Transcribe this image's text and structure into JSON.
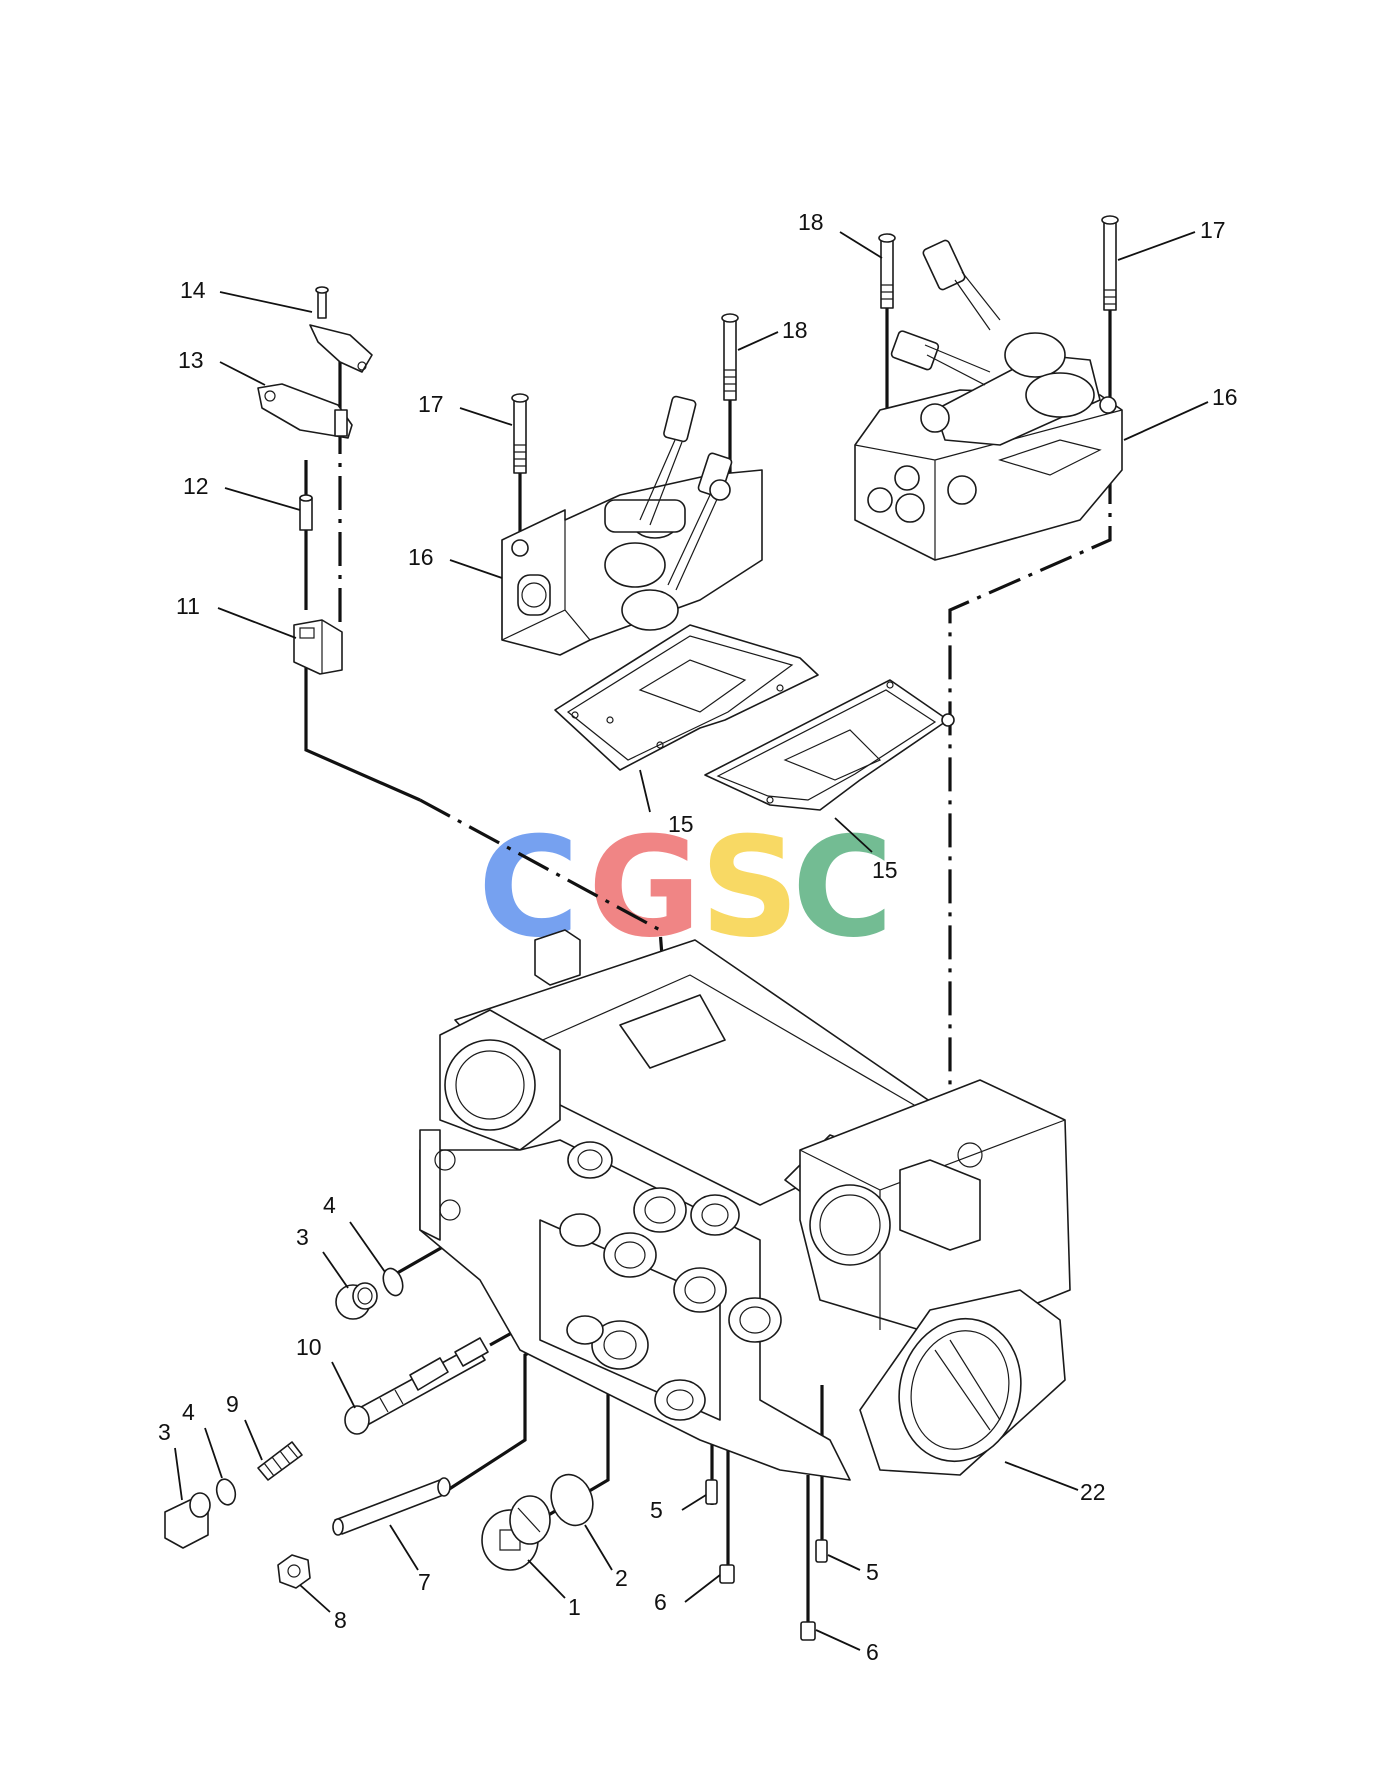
{
  "watermark": {
    "letters": [
      {
        "char": "C",
        "color": "#6f9cf0"
      },
      {
        "char": "G",
        "color": "#f07f7f"
      },
      {
        "char": "S",
        "color": "#f8d75c"
      },
      {
        "char": "C",
        "color": "#6cb98e"
      }
    ]
  },
  "callouts": {
    "c1": "1",
    "c2": "2",
    "c3a": "3",
    "c3b": "3",
    "c4a": "4",
    "c4b": "4",
    "c5a": "5",
    "c5b": "5",
    "c6a": "6",
    "c6b": "6",
    "c7": "7",
    "c8": "8",
    "c9": "9",
    "c10": "10",
    "c11": "11",
    "c12": "12",
    "c13": "13",
    "c14": "14",
    "c15a": "15",
    "c15b": "15",
    "c16a": "16",
    "c16b": "16",
    "c17a": "17",
    "c17b": "17",
    "c18a": "18",
    "c18b": "18",
    "c22": "22"
  }
}
